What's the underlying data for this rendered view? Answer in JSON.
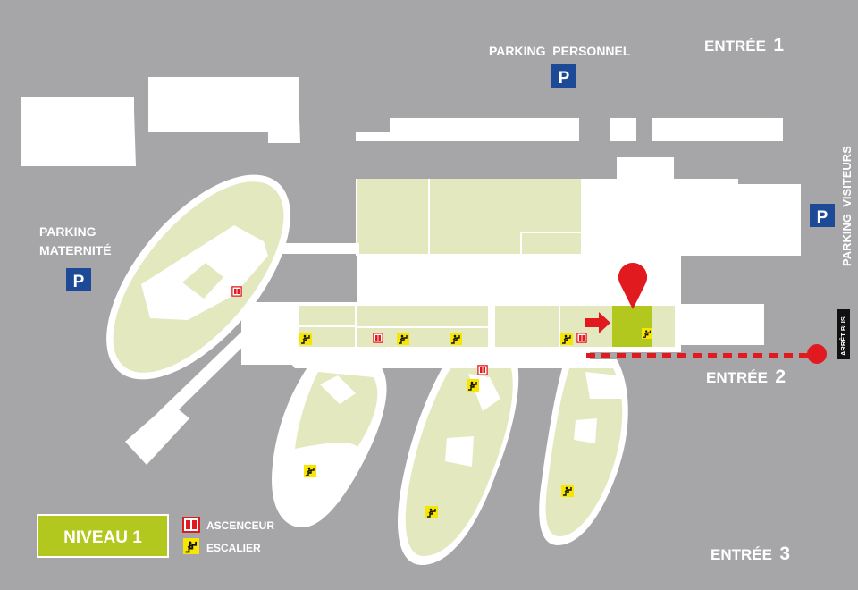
{
  "colors": {
    "background": "#a6a6a8",
    "building": "#ffffff",
    "wing": "#e3e8bf",
    "highlight": "#b3c81e",
    "marker": "#e11a1f",
    "parking": "#1d4a96",
    "stairs": "#f7e600",
    "elevator": "#e11a1f",
    "level_badge": "#b3c81e"
  },
  "labels": {
    "parking_personnel": "PARKING  PERSONNEL",
    "entree_1_word": "ENTRÉE",
    "entree_1_num": "1",
    "parking_visiteurs": "PARKING  VISITEURS",
    "parking_maternite_line1": "PARKING",
    "parking_maternite_line2": "MATERNITÉ",
    "parking_symbol": "P",
    "arret_bus": "ARRÊT BUS",
    "entree_2_word": "ENTRÉE",
    "entree_2_num": "2",
    "entree_3_word": "ENTRÉE",
    "entree_3_num": "3"
  },
  "level": {
    "label": "NIVEAU 1"
  },
  "legend": {
    "elevator_label": "ASCENCEUR",
    "stairs_label": "ESCALIER"
  },
  "icons": {
    "parking": "parking-sign-icon",
    "elevator": "elevator-icon",
    "stairs": "stairs-icon",
    "location": "location-pin-icon",
    "bus": "bus-stop-icon",
    "arrow": "direction-arrow-icon"
  }
}
